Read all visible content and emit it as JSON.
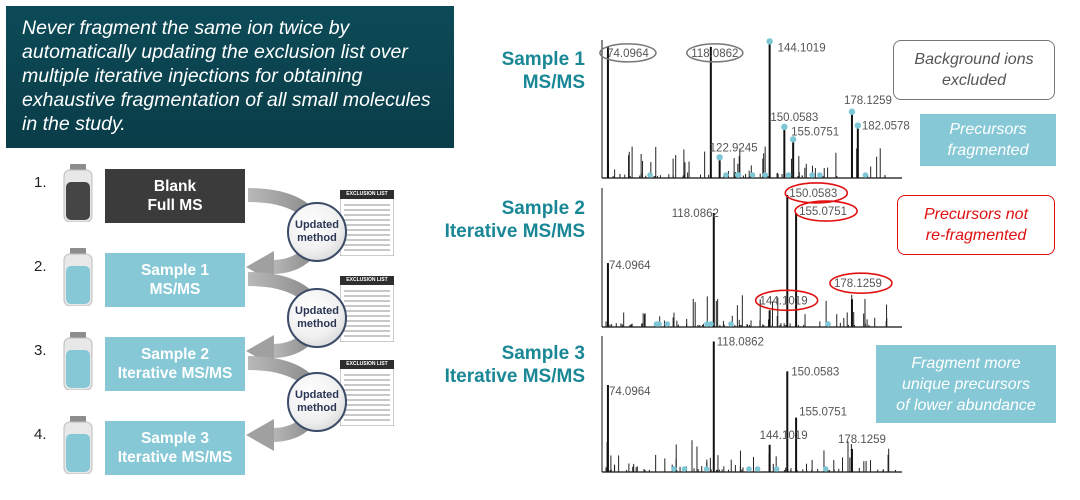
{
  "header": {
    "text": "Never fragment the same ion twice by automatically updating the exclusion list over multiple iterative injections for obtaining exhaustive fragmentation of all small molecules in the study."
  },
  "workflow": {
    "steps": [
      {
        "number": "1.",
        "line1": "Blank",
        "line2": "Full MS"
      },
      {
        "number": "2.",
        "line1": "Sample 1",
        "line2": "MS/MS"
      },
      {
        "number": "3.",
        "line1": "Sample 2",
        "line2": "Iterative MS/MS"
      },
      {
        "number": "4.",
        "line1": "Sample 3",
        "line2": "Iterative MS/MS"
      }
    ],
    "updated_label": {
      "line1": "Updated",
      "line2": "method"
    },
    "exclusion_title": "EXCLUSION LIST"
  },
  "spectra": [
    {
      "label_line1": "Sample 1",
      "label_line2": "MS/MS",
      "peaks": [
        {
          "mz": "74.0964",
          "pos": 0.01,
          "h": 0.95,
          "mark": "gray"
        },
        {
          "mz": "118.0862",
          "pos": 0.36,
          "h": 0.95,
          "mark": "gray"
        },
        {
          "mz": "144.1019",
          "pos": 0.56,
          "h": 0.99,
          "mark": "dot"
        },
        {
          "mz": "122.9245",
          "pos": 0.39,
          "h": 0.15,
          "mark": "dot"
        },
        {
          "mz": "150.0583",
          "pos": 0.61,
          "h": 0.37,
          "mark": "dot"
        },
        {
          "mz": "155.0751",
          "pos": 0.64,
          "h": 0.28,
          "mark": "dot"
        },
        {
          "mz": "178.1259",
          "pos": 0.84,
          "h": 0.48,
          "mark": "dot"
        },
        {
          "mz": "182.0578",
          "pos": 0.86,
          "h": 0.38,
          "mark": "dot"
        }
      ]
    },
    {
      "label_line1": "Sample 2",
      "label_line2": "Iterative MS/MS",
      "peaks": [
        {
          "mz": "74.0964",
          "pos": 0.01,
          "h": 0.46,
          "mark": "none"
        },
        {
          "mz": "118.0862",
          "pos": 0.37,
          "h": 0.82,
          "mark": "none"
        },
        {
          "mz": "150.0583",
          "pos": 0.62,
          "h": 0.95,
          "mark": "red"
        },
        {
          "mz": "155.0751",
          "pos": 0.65,
          "h": 0.82,
          "mark": "red"
        },
        {
          "mz": "144.1019",
          "pos": 0.56,
          "h": 0.12,
          "mark": "red"
        },
        {
          "mz": "178.1259",
          "pos": 0.84,
          "h": 0.2,
          "mark": "red"
        }
      ]
    },
    {
      "label_line1": "Sample 3",
      "label_line2": "Iterative MS/MS",
      "peaks": [
        {
          "mz": "74.0964",
          "pos": 0.01,
          "h": 0.64,
          "mark": "none"
        },
        {
          "mz": "118.0862",
          "pos": 0.37,
          "h": 0.96,
          "mark": "none"
        },
        {
          "mz": "150.0583",
          "pos": 0.62,
          "h": 0.74,
          "mark": "none"
        },
        {
          "mz": "155.0751",
          "pos": 0.65,
          "h": 0.4,
          "mark": "none"
        },
        {
          "mz": "144.1019",
          "pos": 0.56,
          "h": 0.2,
          "mark": "none"
        },
        {
          "mz": "178.1259",
          "pos": 0.84,
          "h": 0.17,
          "mark": "none"
        }
      ]
    }
  ],
  "annotations": {
    "background": {
      "line1": "Background ions",
      "line2": "excluded"
    },
    "fragmented": {
      "line1": "Precursors",
      "line2": "fragmented"
    },
    "not_refrag": {
      "line1": "Precursors not",
      "line2": "re-fragmented"
    },
    "more": {
      "line1": "Fragment more",
      "line2": "unique precursors",
      "line3": "of lower abundance"
    }
  },
  "colors": {
    "teal": "#1a8796",
    "light_teal": "#86c8d6",
    "dark_header": "#0a3d48",
    "red": "#e01010",
    "dot": "#7cc6d6",
    "peak": "#111111",
    "label_gray": "#555555"
  }
}
